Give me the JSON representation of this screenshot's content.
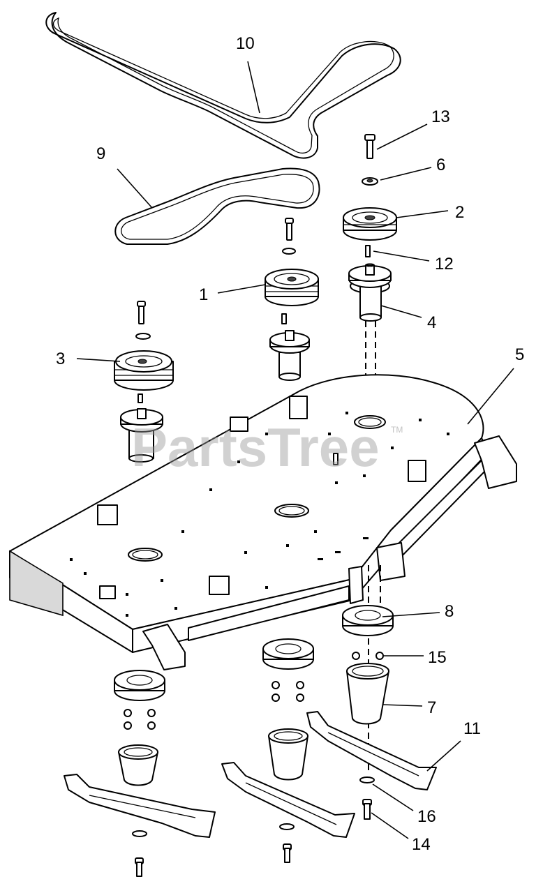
{
  "watermark": {
    "text": "PartsTree",
    "trademark": "TM"
  },
  "callouts": [
    {
      "id": "c10",
      "label": "10"
    },
    {
      "id": "c13",
      "label": "13"
    },
    {
      "id": "c9",
      "label": "9"
    },
    {
      "id": "c6",
      "label": "6"
    },
    {
      "id": "c2",
      "label": "2"
    },
    {
      "id": "c12",
      "label": "12"
    },
    {
      "id": "c1",
      "label": "1"
    },
    {
      "id": "c4",
      "label": "4"
    },
    {
      "id": "c3",
      "label": "3"
    },
    {
      "id": "c5",
      "label": "5"
    },
    {
      "id": "c8",
      "label": "8"
    },
    {
      "id": "c15",
      "label": "15"
    },
    {
      "id": "c7",
      "label": "7"
    },
    {
      "id": "c11",
      "label": "11"
    },
    {
      "id": "c16",
      "label": "16"
    },
    {
      "id": "c14",
      "label": "14"
    }
  ],
  "colors": {
    "line": "#000000",
    "background": "#ffffff",
    "watermark": "#9a9a9a"
  }
}
